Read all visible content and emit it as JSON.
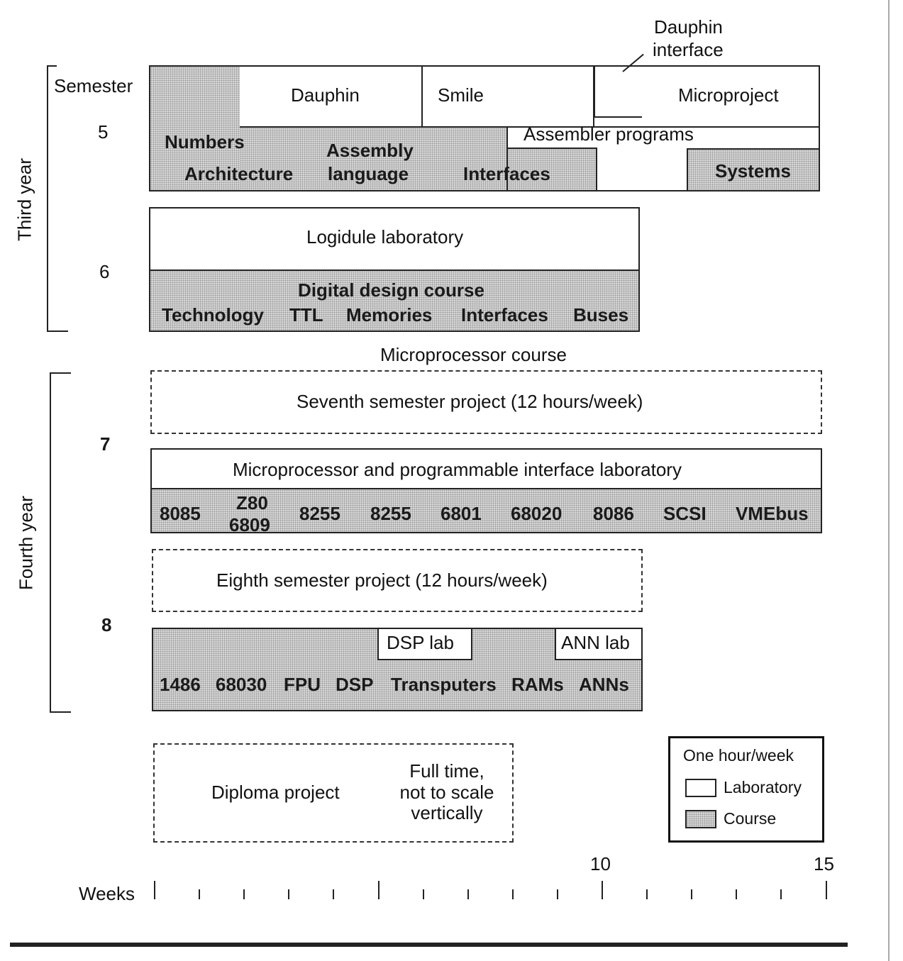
{
  "labels": {
    "third_year": "Third year",
    "fourth_year": "Fourth year",
    "semester": "Semester",
    "sem5": "5",
    "sem6": "6",
    "sem7": "7",
    "sem8": "8",
    "microprocessor_course": "Microprocessor course",
    "weeks": "Weeks",
    "tick10": "10",
    "tick15": "15"
  },
  "sem5": {
    "dauphin_interface": [
      "Dauphin",
      "interface"
    ],
    "dauphin": "Dauphin",
    "smile": "Smile",
    "microproject": "Microproject",
    "assembler_programs": "Assembler programs",
    "numbers": "Numbers",
    "architecture": "Architecture",
    "assembly": "Assembly",
    "language": "language",
    "interfaces": "Interfaces",
    "systems": "Systems"
  },
  "sem6": {
    "logidule": "Logidule laboratory",
    "digital_design": "Digital design course",
    "topics": [
      "Technology",
      "TTL",
      "Memories",
      "Interfaces",
      "Buses"
    ]
  },
  "sem7": {
    "project": "Seventh semester project (12 hours/week)",
    "lab": "Microprocessor and programmable interface laboratory",
    "chips": [
      "8085",
      "Z80",
      "6809",
      "8255",
      "8255",
      "6801",
      "68020",
      "8086",
      "SCSI",
      "VMEbus"
    ]
  },
  "sem8": {
    "project": "Eighth semester project (12 hours/week)",
    "dsp_lab": "DSP lab",
    "ann_lab": "ANN lab",
    "topics": [
      "1486",
      "68030",
      "FPU",
      "DSP",
      "Transputers",
      "RAMs",
      "ANNs"
    ]
  },
  "diploma": {
    "label": "Diploma project",
    "note": [
      "Full time,",
      "not to scale",
      "vertically"
    ]
  },
  "legend": {
    "title": "One hour/week",
    "laboratory": "Laboratory",
    "course": "Course"
  }
}
